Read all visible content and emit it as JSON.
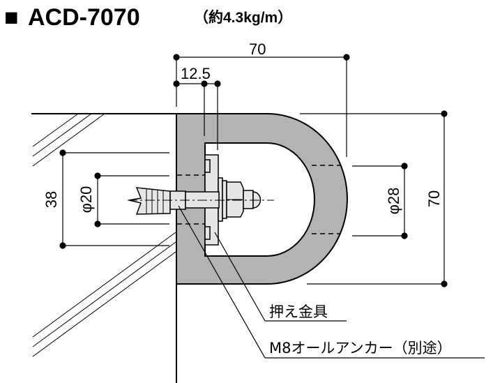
{
  "title": {
    "square": "■",
    "model": "ACD-7070",
    "weight": "（約4.3kg/m）"
  },
  "dimensions": {
    "overall_width": "70",
    "wall_thickness": "12.5",
    "overall_height": "70",
    "plate_height": "38",
    "hole_diameter_left": "φ20",
    "hole_diameter_right": "φ28"
  },
  "labels": {
    "retainer": "押え金具",
    "anchor": "M8オールアンカー（別途）"
  },
  "colors": {
    "rubber": "#b3b3b3",
    "metal": "#e6e6e6",
    "line": "#000000"
  }
}
